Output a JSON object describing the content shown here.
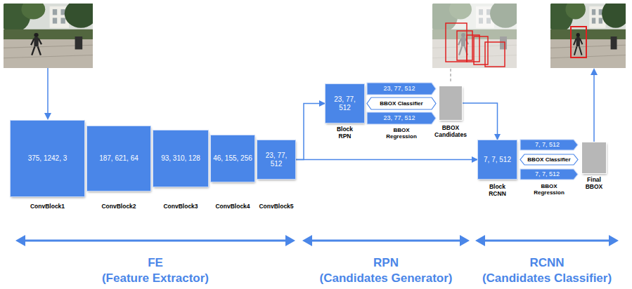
{
  "diagram": {
    "nodes": [
      {
        "text": [
          "375, 1242, 3",
          "ConvBlock1"
        ]
      },
      {
        "text": [
          "187, 621, 64",
          "ConvBlock2"
        ]
      },
      {
        "text": [
          "93, 310, 128",
          "ConvBlock3"
        ]
      },
      {
        "text": [
          "46, 155, 256",
          "ConvBlock4"
        ]
      },
      {
        "text": [
          "23, 77, 512",
          "ConvBlock5"
        ]
      },
      {
        "text": [
          "23, 77, 512",
          "Block RPN"
        ]
      },
      {
        "text": [
          "23, 77, 512"
        ]
      },
      {
        "text": [
          "BBOX Classifier"
        ]
      },
      {
        "text": [
          "23, 77, 512"
        ]
      },
      {
        "text": [
          "BBOX Candidates"
        ]
      },
      {
        "text": [
          "7, 7, 512",
          "Block RCNN"
        ]
      },
      {
        "text": [
          "7, 7, 512"
        ]
      },
      {
        "text": [
          "BBOX Classifier"
        ]
      },
      {
        "text": [
          "7, 7, 512"
        ]
      },
      {
        "text": [
          "Final BBOX"
        ]
      }
    ],
    "edges": [
      {
        "from": 4,
        "to": 5,
        "arrow": "to"
      },
      {
        "from": 4,
        "to": 10,
        "arrow": "to"
      },
      {
        "from": 9,
        "to": 10,
        "arrow": "to"
      }
    ],
    "labels": [
      "BBOX Regression",
      "BBOX Regression",
      "FE",
      "(Feature Extractor)",
      "RPN",
      "(Candidates Generator)",
      "RCNN",
      "(Candidates Classifier)"
    ]
  }
}
